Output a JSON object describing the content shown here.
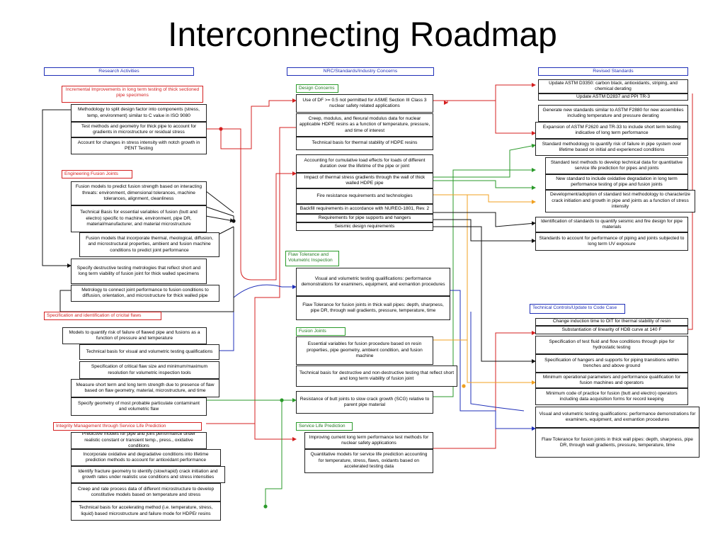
{
  "title": "Interconnecting Roadmap",
  "columns": {
    "research": "Research Activities",
    "nrc": "NRC/Standards/Industry Concerns",
    "revised": "Revised Standards"
  },
  "research": {
    "incremental": {
      "label": "Incremental Improvements in long term testing of thick sectioned pipe specimens",
      "items": [
        "Methodology to split design factor into components (stress, temp, environment) similar to C value in ISO 9080",
        "Test methods and geometry for thick pipe to account for gradients in microstructure or residual stress",
        "Account for changes in stress intensity with notch growth in PENT Testing"
      ]
    },
    "fusion": {
      "label": "Engineering Fusion Joints",
      "items": [
        "Fusion models to predict fusion strength based on interacting threats: environment, dimensional tolerances, machine tolerances, alignment, cleanliness",
        "Technical Basis for essential variables of fusion (butt and electro) specific to machine, environment, pipe DR, material/manufacturer, and material microstructure",
        "Fusion models that incorporate thermal, rheological, diffusion, and microstructural properties, ambient and fusion machine conditions to predict joint performance",
        "Specify destructive testing metrologies that reflect short and long term viability of fusion joint for thick walled specimens",
        "Metrology to connect joint performance to fusion conditions to diffusion, orientation, and microstructure for thick walled pipe"
      ]
    },
    "flaws": {
      "label": "Specification and identification of cricital flaws",
      "items": [
        "Models to quantify risk of failure of flawed pipe and fusions as a function of pressure and temperature",
        "Technical basis for visual and volumetric testing qualifications",
        "Specification of critical flaw size and minimum/maximum resolution for volumetric inspection tools",
        "Measure short term and long term strength due to presence of flaw based on flaw geometry, material, microstructure, and time",
        "Specify geometry of most probable particulate contaminant and volumetric flaw"
      ]
    },
    "integrity": {
      "label": "Integrity Management through Service Life Prediction",
      "items": [
        "Predictive models for pipe and joint performance under realistic constant or transient temp., press., oxidative conditions",
        "Incorporate oxidative and degradative conditions into lifetime prediction methods to account for antioxidant performance",
        "Identify fracture geometry to identify (slow/rapid) crack initiation and growth rates under realistic use conditions and stress intensities",
        "Creep and rate process data of different microstructure to develop constitutive models based on temperature and stress",
        "Technical basis for accelerating method (i.e. temperature, stress, liquid) based microstructure and failure mode for HDPEr resins"
      ]
    }
  },
  "concerns": {
    "design": {
      "label": "Design Concerns",
      "items": [
        "Use of DF >= 0.5 not permitted for ASME Section III Class 3 nuclear safety related applications",
        "Creep, modulus, and flexural modulus data for nuclear applicable HDPE resins as a function of temperature, pressure, and time of interest",
        "Technical basis for thermal stability of HDPE resins",
        "Accounting for cumulative load effects for loads of different duration over the lifetime of the pipe or joint",
        "Impact of thermal stress gradients through the wall of thick walled HDPE pipe",
        "Fire resistance requirements and technologies",
        "Backfill requirements in accordance with NUREG-1801, Rev. 2",
        "Requirements for pipe supports and hangers",
        "Seismic design requirements"
      ]
    },
    "flaw": {
      "label": "Flaw Tolerance and Volumetric Inspection",
      "items": [
        "Visual and volumetric testing qualifications: performance demonstrations for examiners, equipment, and exmantion procedures",
        "Flaw Tolerance for fusion joints in thick wall pipes: depth, sharpness, pipe DR, through wall gradients, pressure, temperature, time"
      ]
    },
    "fusion": {
      "label": "Fusion Joints",
      "items": [
        "Essential variables for fusion procedure based on resin properties, pipe geometry, ambient condition, and fusion machine",
        "Technical basis for destructive and non-destructive testing that reflect short and long term viability of fusion joint",
        "Resistance of butt joints to slow crack growth (SCG) relative to parent pipe material"
      ]
    },
    "service": {
      "label": "Service Life Prediction",
      "items": [
        "Improving current long term performance test methods for nuclear safety applications",
        "Quantitative models for service life prediction accounting for temperature, stress, flaws, oxidants based on accelerated testing data"
      ]
    }
  },
  "standards": {
    "items": [
      "Update ASTM D3350: carbon black, antioxidants, striping, and chemical derating",
      "Update ASTM D2837 and PPI TR-3",
      "Generate new standards similar to ASTM F2880 for new assemblies including temperature and pressure derating",
      "Expansion of ASTM F2620 and TR-33 to include short term testing indicative of long term performance",
      "Standard methodology to quantify risk of failure in pipe system over lifetime based on initial and experienced conditions",
      "Standard test methods to develop technical data for quantitative service life prediction for pipes and joints",
      "New standard to include oxidative degradation in long term performance testing of pipe and fusion joints",
      "Development/adoption of standard test methodology to characterize crack initiation and growth in pipe and joints as a function of stress intensity",
      "Identification of standards to quantify seismic and fire design for pipe materials",
      "Standards to account for performance of piping and joints subjected to long term UV exposure"
    ]
  },
  "technical": {
    "label": "Technical Controls/Update to Code Case",
    "items": [
      "Change induction time to OIT for thermal stability of resin",
      "Substantiation of linearity of HDB curve at 140 F",
      "Specification of test fluid and flow conditions through pipe for hydrostatic testing",
      "Specification of hangers and supports for piping transitions within trenches and above ground",
      "Minimum operational parameters and performance qualification for fusion machines and operators",
      "Minimum code of practice for fusion (butt and electro) operators including data acquisition forms for record keeping",
      "Visual and volumetric testing qualifications: performance demonstrations for examiners, equipment, and exmantion procedures",
      "Flaw Tolerance for fusion joints in thick wall pipes: depth, sharpness, pipe DR, through wall gradients, pressure, temperature, time"
    ]
  },
  "colors": {
    "red": "#d42020",
    "green": "#2a9a2a",
    "blue": "#1f2fb8",
    "orange": "#f0a020",
    "black": "#111111"
  }
}
